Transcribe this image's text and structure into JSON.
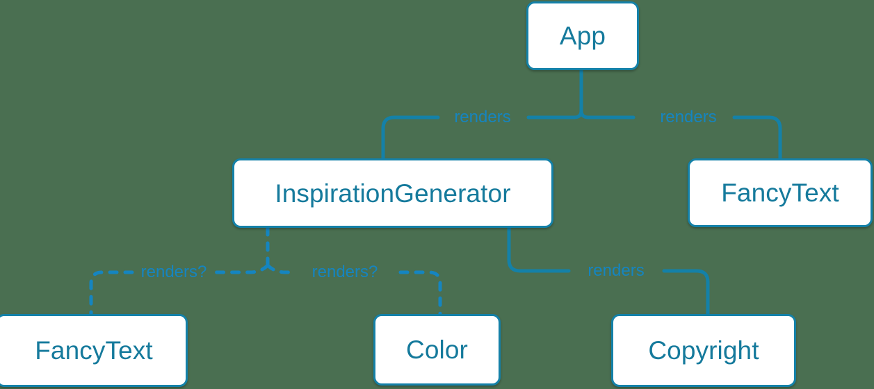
{
  "diagram": {
    "type": "component-tree",
    "background_color": "#4a6f51",
    "node_fill_color": "#ffffff",
    "node_border_color": "#1481a8",
    "node_text_color": "#157a9c",
    "edge_color": "#1481a8",
    "edge_label_color": "#1585c0",
    "nodes": [
      {
        "id": "app",
        "label": "App"
      },
      {
        "id": "inspirationgen",
        "label": "InspirationGenerator"
      },
      {
        "id": "fancytext-top",
        "label": "FancyText"
      },
      {
        "id": "fancytext-bottom",
        "label": "FancyText"
      },
      {
        "id": "color",
        "label": "Color"
      },
      {
        "id": "copyright",
        "label": "Copyright"
      }
    ],
    "edges": [
      {
        "from": "app",
        "to": "inspirationgen",
        "label": "renders",
        "style": "solid"
      },
      {
        "from": "app",
        "to": "fancytext-top",
        "label": "renders",
        "style": "solid"
      },
      {
        "from": "inspirationgen",
        "to": "fancytext-bottom",
        "label": "renders?",
        "style": "dashed"
      },
      {
        "from": "inspirationgen",
        "to": "color",
        "label": "renders?",
        "style": "dashed"
      },
      {
        "from": "inspirationgen",
        "to": "copyright",
        "label": "renders",
        "style": "solid"
      }
    ],
    "edge_labels": [
      {
        "id": "label-app-inspgen",
        "text": "renders"
      },
      {
        "id": "label-app-fancytext",
        "text": "renders"
      },
      {
        "id": "label-inspgen-fancytext",
        "text": "renders?"
      },
      {
        "id": "label-inspgen-color",
        "text": "renders?"
      },
      {
        "id": "label-inspgen-copyright",
        "text": "renders"
      }
    ]
  }
}
